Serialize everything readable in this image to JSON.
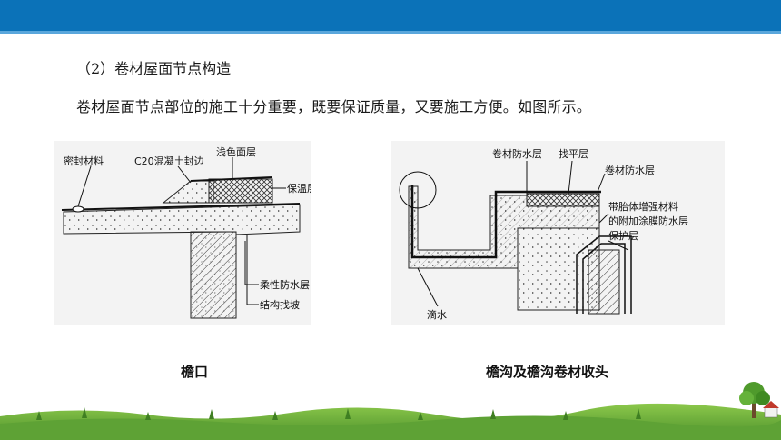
{
  "header": {
    "bar_color": "#0b72b8"
  },
  "section": {
    "subtitle": "（2）卷材屋面节点构造",
    "intro": "卷材屋面节点部位的施工十分重要，既要保证质量，又要施工方便。如图所示。"
  },
  "figure_left": {
    "labels": {
      "sealant": "密封材料",
      "concrete_seal": "C20混凝土封边",
      "light_surface": "浅色面层",
      "insulation": "保温层",
      "flexible_waterproof": "柔性防水层",
      "structural_slope": "结构找坡"
    },
    "caption": "檐口"
  },
  "figure_right": {
    "labels": {
      "roll_waterproof_1": "卷材防水层",
      "leveling": "找平层",
      "roll_waterproof_2": "卷材防水层",
      "reinforced_line1": "带胎体增强材料",
      "reinforced_line2": "的附加涂膜防水层",
      "protective": "保护层",
      "drip": "滴水"
    },
    "caption": "檐沟及檐沟卷材收头"
  },
  "colors": {
    "accent": "#0b72b8",
    "grass": "#6db33f",
    "panel_bg": "#f3f3f3"
  },
  "icons": {
    "footer_decoration": "grass-and-tree-icon"
  }
}
